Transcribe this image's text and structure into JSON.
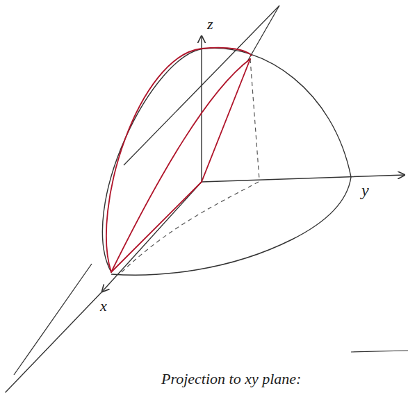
{
  "diagram": {
    "labels": [
      "z",
      "y",
      "x",
      "Projection to xy plane:"
    ]
  }
}
